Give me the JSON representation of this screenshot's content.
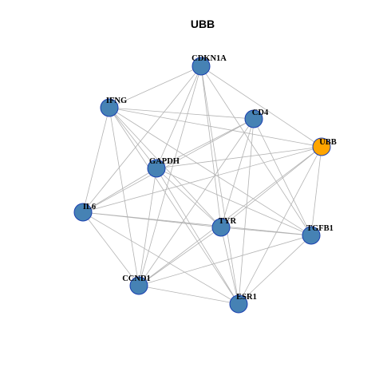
{
  "title": "UBB",
  "colors": {
    "node_default": "#4682b4",
    "node_highlight": "#ffa500",
    "node_border": "#1a3fb0",
    "edge": "#b3b3b3"
  },
  "nodes": [
    {
      "id": "CDKN1A",
      "label": "CDKN1A",
      "highlight": false
    },
    {
      "id": "IFNG",
      "label": "IFNG",
      "highlight": false
    },
    {
      "id": "CD4",
      "label": "CD4",
      "highlight": false
    },
    {
      "id": "UBB",
      "label": "UBB",
      "highlight": true
    },
    {
      "id": "GAPDH",
      "label": "GAPDH",
      "highlight": false
    },
    {
      "id": "IL6",
      "label": "IL6",
      "highlight": false
    },
    {
      "id": "TYR",
      "label": "TYR",
      "highlight": false
    },
    {
      "id": "TGFB1",
      "label": "TGFB1",
      "highlight": false
    },
    {
      "id": "CCND1",
      "label": "CCND1",
      "highlight": false
    },
    {
      "id": "ESR1",
      "label": "ESR1",
      "highlight": false
    }
  ],
  "edges": [
    [
      "CDKN1A",
      "IFNG"
    ],
    [
      "CDKN1A",
      "UBB"
    ],
    [
      "CDKN1A",
      "GAPDH"
    ],
    [
      "CDKN1A",
      "IL6"
    ],
    [
      "CDKN1A",
      "TYR"
    ],
    [
      "CDKN1A",
      "TGFB1"
    ],
    [
      "CDKN1A",
      "CCND1"
    ],
    [
      "CDKN1A",
      "ESR1"
    ],
    [
      "IFNG",
      "CD4"
    ],
    [
      "IFNG",
      "UBB"
    ],
    [
      "IFNG",
      "GAPDH"
    ],
    [
      "IFNG",
      "IL6"
    ],
    [
      "IFNG",
      "TYR"
    ],
    [
      "IFNG",
      "TGFB1"
    ],
    [
      "IFNG",
      "CCND1"
    ],
    [
      "IFNG",
      "ESR1"
    ],
    [
      "CD4",
      "GAPDH"
    ],
    [
      "CD4",
      "IL6"
    ],
    [
      "CD4",
      "TYR"
    ],
    [
      "CD4",
      "TGFB1"
    ],
    [
      "CD4",
      "CCND1"
    ],
    [
      "CD4",
      "ESR1"
    ],
    [
      "UBB",
      "GAPDH"
    ],
    [
      "UBB",
      "IL6"
    ],
    [
      "UBB",
      "TYR"
    ],
    [
      "UBB",
      "TGFB1"
    ],
    [
      "UBB",
      "CCND1"
    ],
    [
      "UBB",
      "ESR1"
    ],
    [
      "GAPDH",
      "IL6"
    ],
    [
      "GAPDH",
      "TYR"
    ],
    [
      "GAPDH",
      "TGFB1"
    ],
    [
      "GAPDH",
      "CCND1"
    ],
    [
      "GAPDH",
      "ESR1"
    ],
    [
      "IL6",
      "TYR"
    ],
    [
      "IL6",
      "TGFB1"
    ],
    [
      "IL6",
      "CCND1"
    ],
    [
      "IL6",
      "ESR1"
    ],
    [
      "TYR",
      "TGFB1"
    ],
    [
      "TYR",
      "CCND1"
    ],
    [
      "TYR",
      "ESR1"
    ],
    [
      "TGFB1",
      "CCND1"
    ],
    [
      "TGFB1",
      "ESR1"
    ],
    [
      "CCND1",
      "ESR1"
    ]
  ]
}
